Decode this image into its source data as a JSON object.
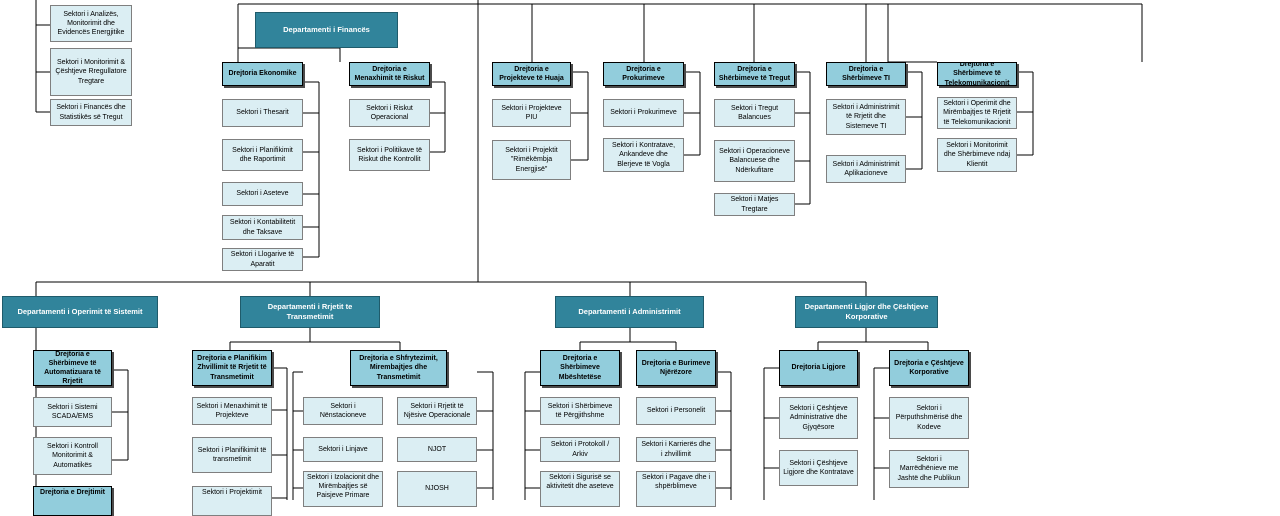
{
  "colors": {
    "department": "#31849b",
    "directorate": "#92cddc",
    "sector": "#dbeef3",
    "line": "#000000"
  },
  "top_left_sectors": [
    "Sektori i Analizës, Monitorimit dhe Evidencës Energjitike",
    "Sektori i Monitorimit  & Çështjeve Rregullatore Tregtare",
    "Sektori i Financës dhe Statistikës së Tregut"
  ],
  "finance": {
    "title": "Departamenti i Financës",
    "economic": {
      "title": "Drejtoria Ekonomike",
      "sectors": [
        "Sektori i Thesarit",
        "Sektori i Planifikimit dhe Raportimit",
        "Sektori i Aseteve",
        "Sektori i Kontabilitetit dhe Taksave",
        "Sektori i Llogarive të Aparatit"
      ]
    },
    "risk": {
      "title": "Drejtoria e Menaxhimit të Riskut",
      "sectors": [
        "Sektori i Riskut Operacional",
        "Sektori i Politikave të Riskut dhe Kontrollit"
      ]
    }
  },
  "right_directorates": [
    {
      "title": "Drejtoria e Projekteve të Huaja",
      "sectors": [
        "Sektori i Projekteve PIU",
        "Sektori i Projektit \"Rimëkëmbja Energjisë\""
      ]
    },
    {
      "title": "Drejtoria e Prokurimeve",
      "sectors": [
        "Sektori i Prokurimeve",
        "Sektori i Kontratave, Ankandeve dhe Blerjeve të Vogla"
      ]
    },
    {
      "title": "Drejtoria e Shërbimeve të Tregut",
      "sectors": [
        "Sektori i Tregut Balancues",
        "Sektori i Operacioneve Balancuese dhe Ndërkufitare",
        "Sektori i  Matjes Tregtare"
      ]
    },
    {
      "title": "Drejtoria e Shërbimeve TI",
      "sectors": [
        "Sektori i Administrimit të Rrjetit dhe Sistemeve TI",
        "Sektori i Administrimit Aplikacioneve"
      ]
    },
    {
      "title": "Drejtoria e Shërbimeve të Telekomunikacionit",
      "sectors": [
        "Sektori i  Operimit dhe Mirëmbajtjes të Rrjetit të Telekomunikacionit",
        "Sektori i Monitorimit dhe Shërbimeve ndaj Klientit"
      ]
    }
  ],
  "system_operation": {
    "title": "Departamenti i Operimit të Sistemit",
    "auto": {
      "title": "Drejtoria e Shërbimeve të Automatizuara të Rrjetit",
      "sectors": [
        "Sektori i Sistemi SCADA/EMS",
        "Sektori i Kontroll Monitorimit & Automatikës"
      ]
    },
    "next_directorate": "Drejtoria e Drejtimit"
  },
  "transmission": {
    "title": "Departamenti i Rrjetit te Transmetimit",
    "planning": {
      "title": "Drejtoria e Planifikim Zhvillimit të Rrjetit të Transmetimit",
      "sectors": [
        "Sektori i Menaxhimit të Projekteve",
        "Sektori i Planifikimit të transmetimit",
        "Sektori i Projektimit"
      ]
    },
    "exploitation": {
      "title": "Drejtoria e Shfrytezimit, Mirembajtjes dhe Transmetimit",
      "sectors_left": [
        "Sektori i Nënstacioneve",
        "Sektori i Linjave",
        "Sektori i Izolacionit dhe Mirëmbajtjes së Paisjeve Primare"
      ],
      "sectors_right": [
        "Sektori i Rrjetit të Njësive Operacionale",
        "NJOT",
        "NJOSH"
      ]
    }
  },
  "administration": {
    "title": "Departamenti i Administrimit",
    "support": {
      "title": "Drejtoria e Shërbimeve Mbështetëse",
      "sectors": [
        "Sektori i  Shërbimeve të Përgjithshme",
        "Sektori i Protokoll / Arkiv",
        "Sektori i Sigurisë se aktivitetit dhe aseteve"
      ]
    },
    "hr": {
      "title": "Drejtoria e Burimeve Njërëzore",
      "sectors": [
        "Sektori i Personelit",
        "Sektori i Karrierës dhe i zhvillimit",
        "Sektori i Pagave dhe i shpërblimeve"
      ]
    }
  },
  "legal": {
    "title": "Departamenti Ligjor dhe Çështjeve Korporative",
    "legal_dir": {
      "title": "Drejtoria Ligjore",
      "sectors": [
        "Sektori i Çështjeve Administrative dhe Gjyqësore",
        "Sektori i Çështjeve Ligjore dhe Kontratave"
      ]
    },
    "corporate": {
      "title": "Drejtoria e Çështjeve Korporative",
      "sectors": [
        "Sektori i Përputhshmërisë dhe Kodeve",
        "Sektori i Marrëdhënieve me Jashtë dhe Publikun"
      ]
    }
  }
}
